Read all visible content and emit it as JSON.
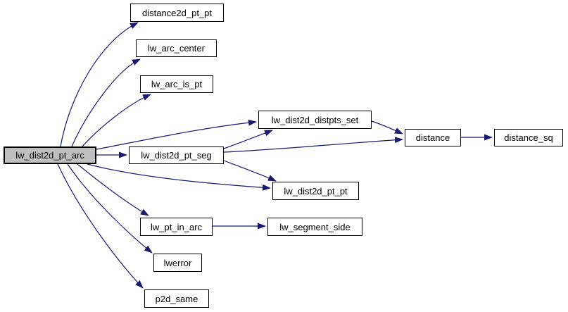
{
  "diagram": {
    "type": "call-graph",
    "edge_color": "#191970",
    "node_border_color": "#000000",
    "node_fill_color": "#ffffff",
    "root_fill_color": "#bfbfbf",
    "nodes": {
      "root": {
        "label": "lw_dist2d_pt_arc"
      },
      "distance2d_pt_pt": {
        "label": "distance2d_pt_pt"
      },
      "lw_arc_center": {
        "label": "lw_arc_center"
      },
      "lw_arc_is_pt": {
        "label": "lw_arc_is_pt"
      },
      "lw_dist2d_distpts_set": {
        "label": "lw_dist2d_distpts_set"
      },
      "lw_dist2d_pt_seg": {
        "label": "lw_dist2d_pt_seg"
      },
      "distance": {
        "label": "distance"
      },
      "distance_sq": {
        "label": "distance_sq"
      },
      "lw_dist2d_pt_pt": {
        "label": "lw_dist2d_pt_pt"
      },
      "lw_pt_in_arc": {
        "label": "lw_pt_in_arc"
      },
      "lw_segment_side": {
        "label": "lw_segment_side"
      },
      "lwerror": {
        "label": "lwerror"
      },
      "p2d_same": {
        "label": "p2d_same"
      }
    },
    "edges": [
      {
        "from": "lw_dist2d_pt_arc",
        "to": "distance2d_pt_pt"
      },
      {
        "from": "lw_dist2d_pt_arc",
        "to": "lw_arc_center"
      },
      {
        "from": "lw_dist2d_pt_arc",
        "to": "lw_arc_is_pt"
      },
      {
        "from": "lw_dist2d_pt_arc",
        "to": "lw_dist2d_distpts_set"
      },
      {
        "from": "lw_dist2d_pt_arc",
        "to": "lw_dist2d_pt_seg"
      },
      {
        "from": "lw_dist2d_pt_arc",
        "to": "lw_dist2d_pt_pt"
      },
      {
        "from": "lw_dist2d_pt_arc",
        "to": "lw_pt_in_arc"
      },
      {
        "from": "lw_dist2d_pt_arc",
        "to": "lwerror"
      },
      {
        "from": "lw_dist2d_pt_arc",
        "to": "p2d_same"
      },
      {
        "from": "lw_dist2d_pt_seg",
        "to": "lw_dist2d_distpts_set"
      },
      {
        "from": "lw_dist2d_pt_seg",
        "to": "distance"
      },
      {
        "from": "lw_dist2d_pt_seg",
        "to": "lw_dist2d_pt_pt"
      },
      {
        "from": "lw_dist2d_distpts_set",
        "to": "distance"
      },
      {
        "from": "distance",
        "to": "distance_sq"
      },
      {
        "from": "lw_pt_in_arc",
        "to": "lw_segment_side"
      }
    ]
  }
}
